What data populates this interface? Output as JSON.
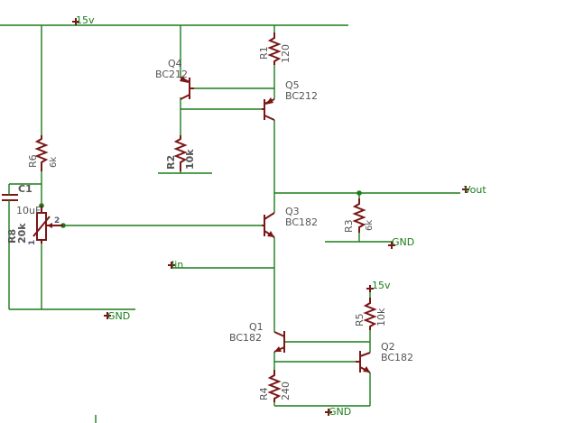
{
  "nets": {
    "vcc_top": "15v",
    "vcc_q2": "15v",
    "vout": "Vout",
    "iin": "Iin",
    "gnd_left": "GND",
    "gnd_r3": "GND",
    "gnd_bottom": "GND"
  },
  "transistors": {
    "q4": {
      "ref": "Q4",
      "value": "BC212"
    },
    "q5": {
      "ref": "Q5",
      "value": "BC212"
    },
    "q3": {
      "ref": "Q3",
      "value": "BC182"
    },
    "q1": {
      "ref": "Q1",
      "value": "BC182"
    },
    "q2": {
      "ref": "Q2",
      "value": "BC182"
    }
  },
  "resistors": {
    "r1": {
      "ref": "R1",
      "value": "120"
    },
    "r2": {
      "ref": "R2",
      "value": "10k"
    },
    "r3": {
      "ref": "R3",
      "value": "6k"
    },
    "r4": {
      "ref": "R4",
      "value": "240"
    },
    "r5": {
      "ref": "R5",
      "value": "10k"
    },
    "r6": {
      "ref": "R6",
      "value": "6k"
    },
    "r8": {
      "ref": "R8",
      "value": "20k"
    }
  },
  "capacitors": {
    "c1": {
      "ref": "C1",
      "value": "10uF"
    }
  },
  "pins": {
    "r8_pin2": "2",
    "r8_pin1": "1"
  }
}
